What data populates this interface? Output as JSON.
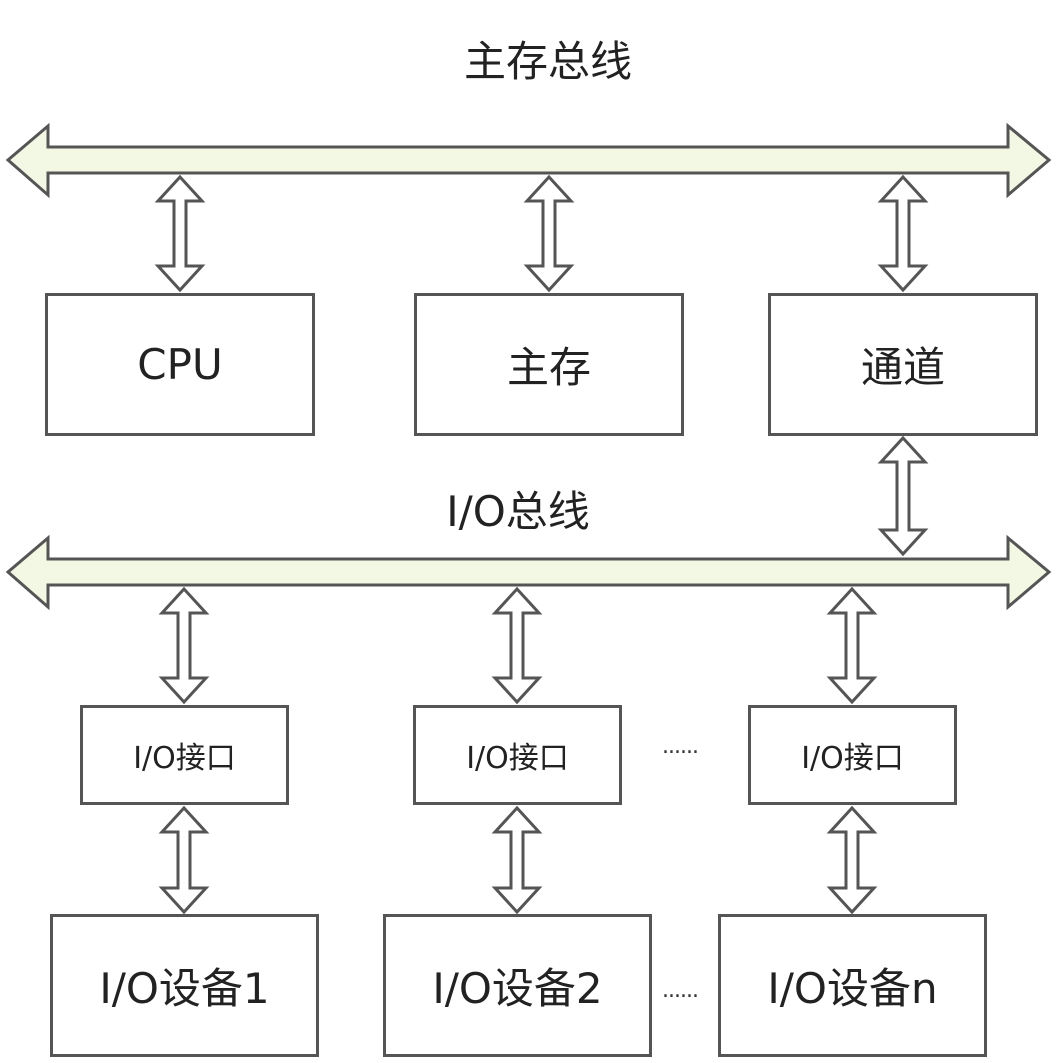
{
  "main_bus": {
    "label": "主存总线"
  },
  "io_bus": {
    "label": "I/O总线"
  },
  "top_units": [
    {
      "label": "CPU"
    },
    {
      "label": "主存"
    },
    {
      "label": "通道"
    }
  ],
  "interfaces": [
    {
      "label": "I/O接口"
    },
    {
      "label": "I/O接口"
    },
    {
      "label": "I/O接口"
    }
  ],
  "devices": [
    {
      "label": "I/O设备1"
    },
    {
      "label": "I/O设备2"
    },
    {
      "label": "I/O设备n"
    }
  ],
  "ellipsis": "......",
  "colors": {
    "bus_fill": "#f3f8e4",
    "bus_stroke": "#555555",
    "arrow_fill": "#ffffff",
    "box_stroke": "#555555"
  },
  "icons": {
    "bus": "double-headed-bus-arrow",
    "link": "vertical-double-arrow"
  }
}
